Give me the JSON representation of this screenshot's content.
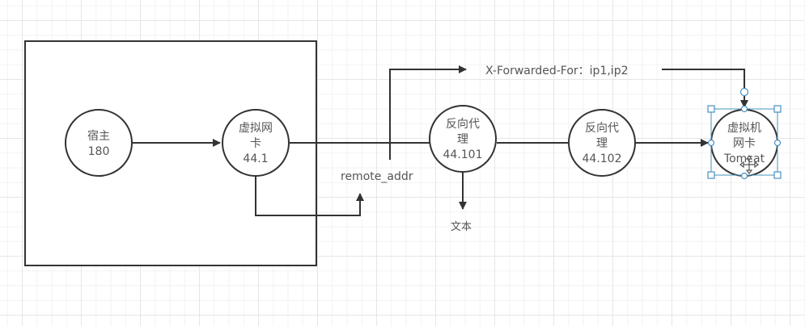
{
  "diagram": {
    "container": {
      "label": ""
    },
    "nodes": [
      {
        "id": "host",
        "lines": [
          "宿主",
          "180"
        ]
      },
      {
        "id": "vnic",
        "lines": [
          "虚拟网",
          "卡",
          "44.1"
        ]
      },
      {
        "id": "proxy1",
        "lines": [
          "反向代",
          "理",
          "44.101"
        ]
      },
      {
        "id": "proxy2",
        "lines": [
          "反向代",
          "理",
          "44.102"
        ]
      },
      {
        "id": "vm",
        "lines": [
          "虚拟机",
          "网卡",
          "Tomcat"
        ]
      }
    ],
    "labels": {
      "xff": "X-Forwarded-For：ip1,ip2",
      "remote_addr": "remote_addr",
      "text": "文本"
    },
    "colors": {
      "stroke": "#333333",
      "selection": "#4a90c2",
      "grid": "#e6e6e6"
    }
  }
}
